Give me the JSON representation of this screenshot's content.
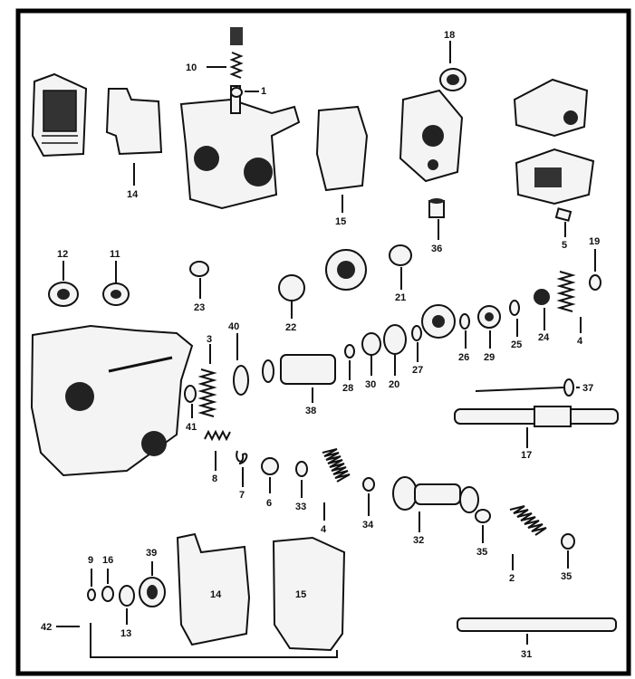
{
  "labels": {
    "l1": "1",
    "l2": "2",
    "l3": "3",
    "l4a": "4",
    "l4b": "4",
    "l5": "5",
    "l6": "6",
    "l7": "7",
    "l8": "8",
    "l9": "9",
    "l10": "10",
    "l11": "11",
    "l12": "12",
    "l13": "13",
    "l14a": "14",
    "l14b": "14",
    "l15a": "15",
    "l15b": "15",
    "l16": "16",
    "l17": "17",
    "l18": "18",
    "l19": "19",
    "l20": "20",
    "l21": "21",
    "l22": "22",
    "l23": "23",
    "l24": "24",
    "l25": "25",
    "l26": "26",
    "l27": "27",
    "l28": "28",
    "l29": "29",
    "l30": "30",
    "l31": "31",
    "l32": "32",
    "l33": "33",
    "l34": "34",
    "l35a": "35",
    "l35b": "35",
    "l36": "36",
    "l37": "37",
    "l38": "38",
    "l39": "39",
    "l40": "40",
    "l41": "41",
    "l42": "42"
  }
}
